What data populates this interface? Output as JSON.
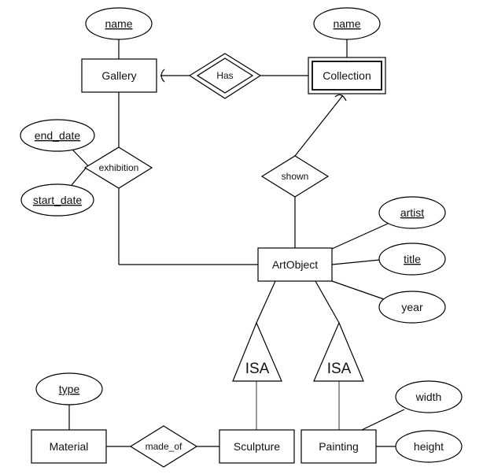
{
  "diagram": {
    "type": "ER diagram",
    "entities": {
      "gallery": "Gallery",
      "collection": "Collection",
      "artobject": "ArtObject",
      "material": "Material",
      "sculpture": "Sculpture",
      "painting": "Painting"
    },
    "relationships": {
      "has": "Has",
      "exhibition": "exhibition",
      "shown": "shown",
      "made_of": "made_of"
    },
    "isa": {
      "left": "ISA",
      "right": "ISA"
    },
    "attributes": {
      "gallery_name": "name",
      "collection_name": "name",
      "end_date": "end_date",
      "start_date": "start_date",
      "artist": "artist",
      "title": "title",
      "year": "year",
      "type": "type",
      "width": "width",
      "height": "height"
    },
    "key_attributes": [
      "gallery_name",
      "collection_name",
      "end_date",
      "start_date",
      "artist",
      "title",
      "type"
    ],
    "weak_entities": [
      "collection"
    ],
    "identifying_relationships": [
      "has"
    ]
  }
}
